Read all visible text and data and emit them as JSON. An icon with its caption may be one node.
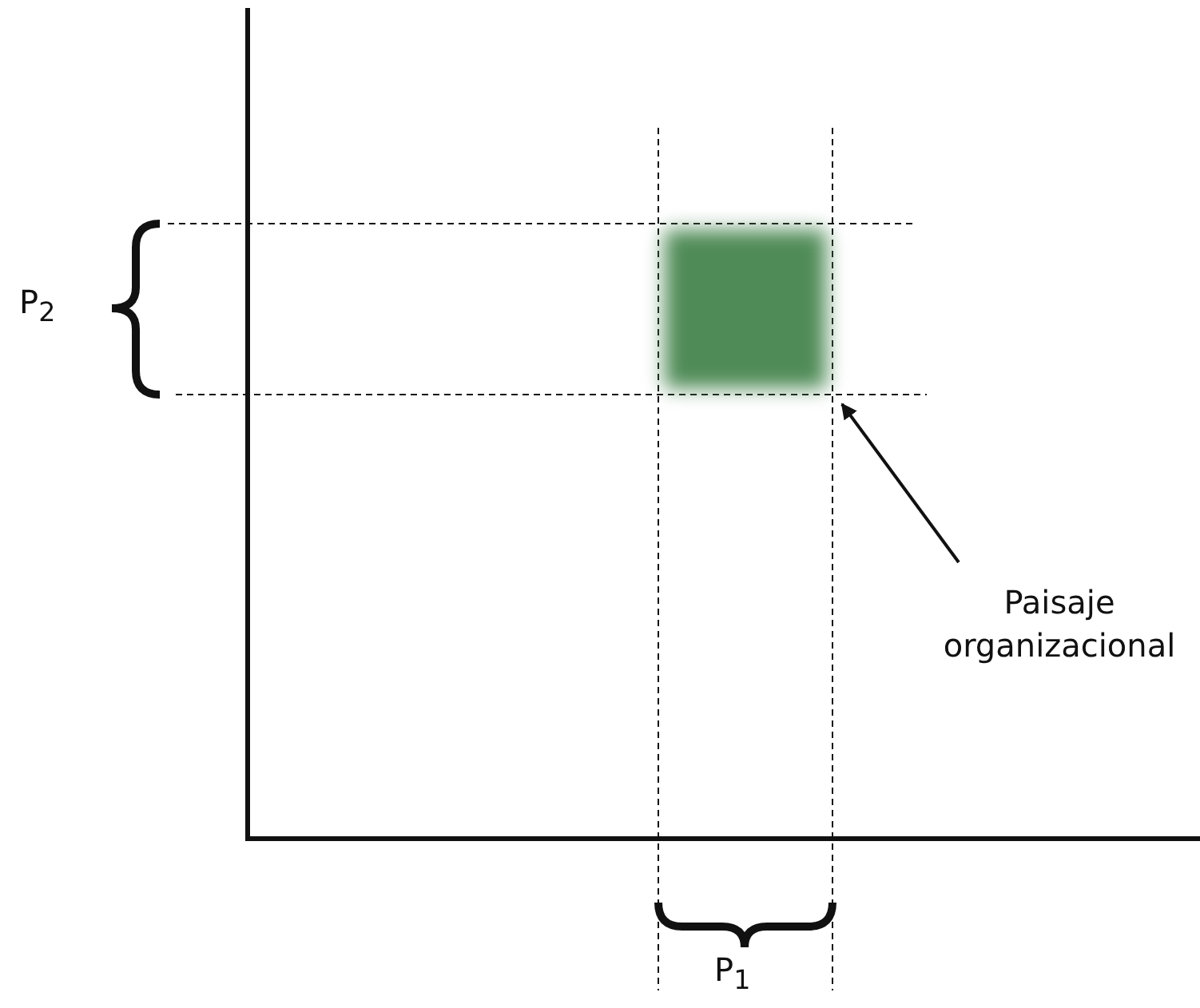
{
  "diagram": {
    "nodes": [
      {
        "text": [
          "Paisaje organizacional"
        ]
      },
      {
        "text": [],
        "shape": "box"
      }
    ],
    "edges": [
      {
        "from": 0,
        "to": 1,
        "arrow": "to"
      }
    ],
    "labels": [
      "P$_{2}$",
      "P$_{1}$"
    ]
  }
}
